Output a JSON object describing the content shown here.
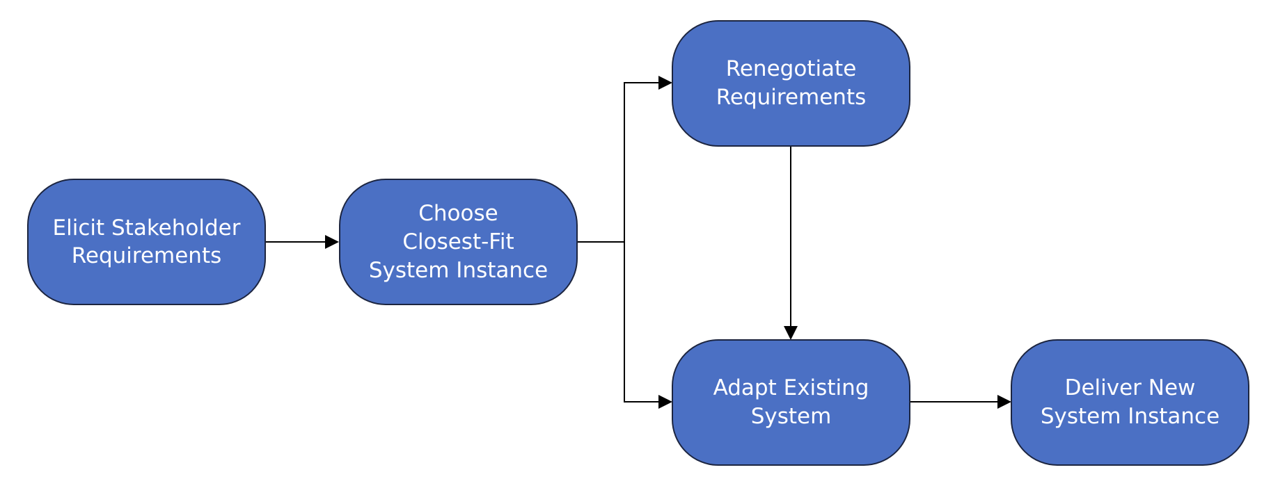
{
  "colors": {
    "node_fill": "#4b70c4",
    "node_stroke": "#1c2540",
    "text": "#ffffff",
    "connector": "#000000"
  },
  "nodes": [
    {
      "id": "elicit",
      "lines": [
        "Elicit Stakeholder",
        "Requirements"
      ]
    },
    {
      "id": "choose",
      "lines": [
        "Choose",
        "Closest-Fit",
        "System Instance"
      ]
    },
    {
      "id": "renegotiate",
      "lines": [
        "Renegotiate",
        "Requirements"
      ]
    },
    {
      "id": "adapt",
      "lines": [
        "Adapt Existing",
        "System"
      ]
    },
    {
      "id": "deliver",
      "lines": [
        "Deliver New",
        "System Instance"
      ]
    }
  ],
  "edges": [
    {
      "from": "elicit",
      "to": "choose"
    },
    {
      "from": "choose",
      "to": "renegotiate"
    },
    {
      "from": "choose",
      "to": "adapt"
    },
    {
      "from": "renegotiate",
      "to": "adapt"
    },
    {
      "from": "adapt",
      "to": "deliver"
    }
  ]
}
